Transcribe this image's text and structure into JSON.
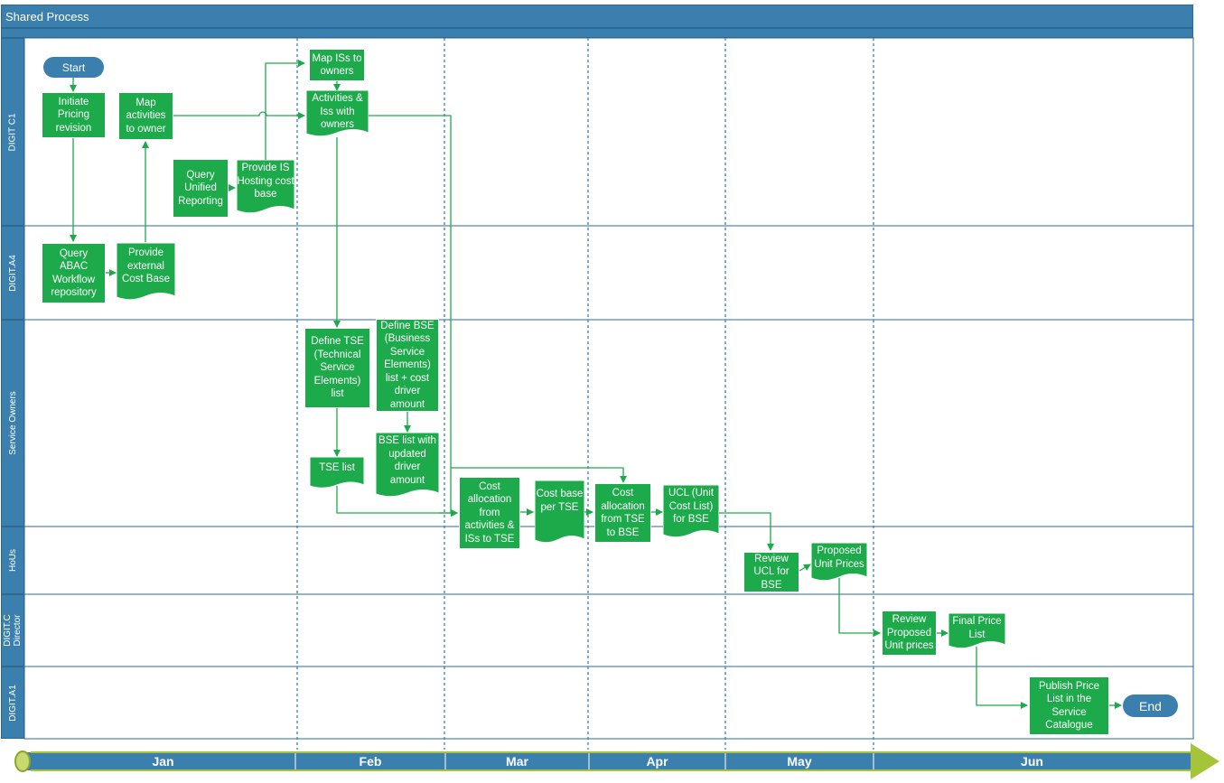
{
  "title": "Shared Process",
  "lanes": [
    {
      "label": "DIGIT C1"
    },
    {
      "label": "DIGIT.A4"
    },
    {
      "label": "Service Owners"
    },
    {
      "label": "HoUs"
    },
    {
      "label": "DIGIT.C Director"
    },
    {
      "label": "DIGIT.A1"
    }
  ],
  "months": [
    "Jan",
    "Feb",
    "Mar",
    "Apr",
    "May",
    "Jun"
  ],
  "nodes": {
    "start": "Start",
    "initiate": "Initiate Pricing revision",
    "map_activities": "Map activities to owner",
    "query_unified": "Query Unified Reporting",
    "provide_is": "Provide IS Hosting cost base",
    "map_iss": "Map ISs to owners",
    "activities_iss": "Activities & Iss with owners",
    "query_abac": "Query ABAC Workflow repository",
    "provide_external": "Provide external Cost Base",
    "define_tse": "Define TSE (Technical Service Elements) list",
    "define_bse": "Define BSE (Business Service Elements) list + cost driver amount",
    "bse_list": "BSE list with updated driver amount",
    "tse_list": "TSE list",
    "cost_alloc_activities": "Cost allocation from activities & ISs to TSE",
    "cost_base_tse": "Cost base per TSE",
    "cost_alloc_tse": "Cost allocation from TSE to BSE",
    "ucl": "UCL (Unit Cost List) for BSE",
    "review_ucl": "Review UCL for BSE",
    "proposed_prices": "Proposed Unit Prices",
    "review_proposed": "Review Proposed Unit prices",
    "final_price": "Final Price List",
    "publish": "Publish Price List in the Service Catalogue",
    "end": "End"
  },
  "colors": {
    "header": "#3a7fae",
    "process": "#1daa4b",
    "timeline_arrow": "#a6c43a"
  }
}
